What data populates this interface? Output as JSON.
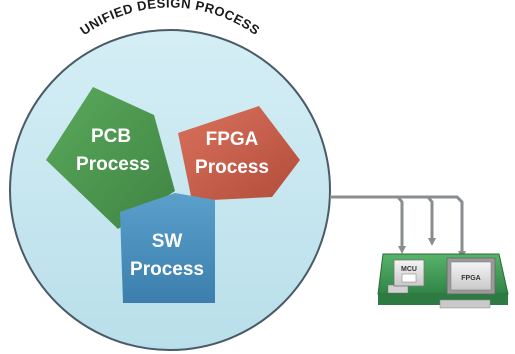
{
  "diagram": {
    "title": "UNIFIED DESIGN PROCESS",
    "process_labels": {
      "pcb": [
        "PCB",
        "Process"
      ],
      "fpga": [
        "FPGA",
        "Process"
      ],
      "sw": [
        "SW",
        "Process"
      ]
    },
    "board_labels": {
      "mcu": "MCU",
      "fpga": "FPGA"
    },
    "colors": {
      "circle_fill": "#c8e8f1",
      "circle_stroke": "#4a5a66",
      "pcb": "#4f9a52",
      "fpga": "#cc5f4b",
      "sw": "#4a8fbf",
      "connector": "#8a8d90",
      "board": "#3f9a57"
    }
  }
}
